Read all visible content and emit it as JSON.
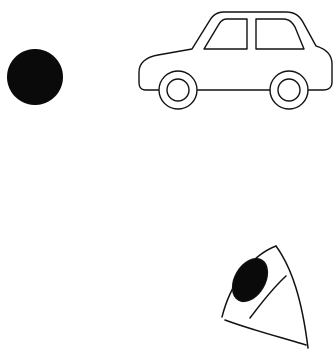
{
  "figure": {
    "elements": [
      {
        "name": "black-dot-icon",
        "shape": "filled circle"
      },
      {
        "name": "car-icon",
        "shape": "car outline"
      },
      {
        "name": "eye-icon",
        "shape": "eye outline with dark iris"
      }
    ],
    "colors": {
      "stroke": "#111111",
      "fill_dark": "#0a0a0a",
      "background": "#ffffff"
    }
  }
}
